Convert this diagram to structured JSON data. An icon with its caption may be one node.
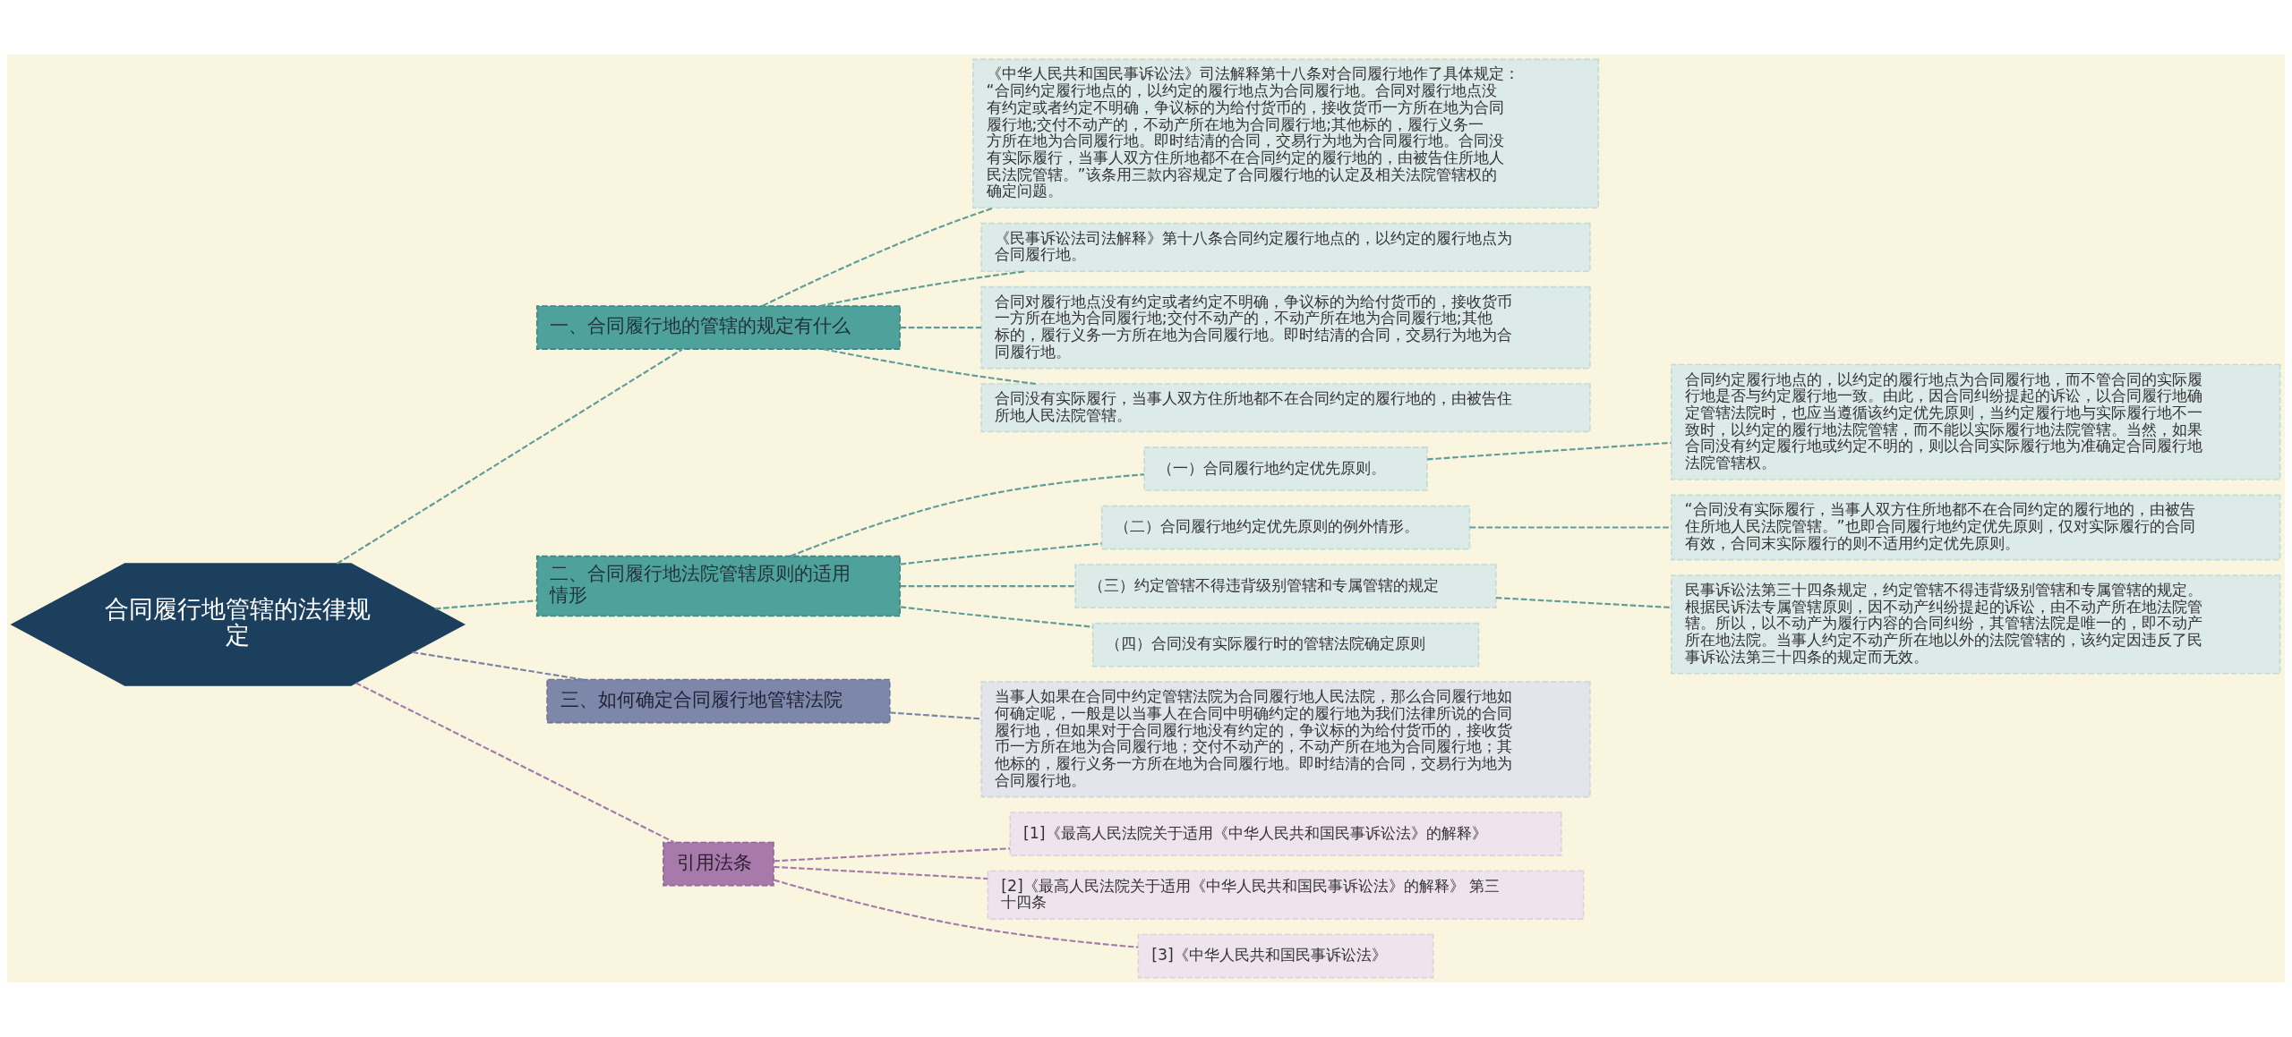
{
  "diagram": {
    "nodes": [
      {
        "text": [
          "合同履行地管辖的法律规定"
        ]
      },
      {
        "text": [
          "一、合同履行地的管辖的规定有什么"
        ]
      },
      {
        "text": [
          "《中华人民共和国民事诉讼法》司法解释第十八条对合同履行地作了具体规定：“合同约定履行地点的，以约定的履行地点为合同履行地。合同对履行地点没有约定或者约定不明确，争议标的为给付货币的，接收货币一方所在地为合同履行地;交付不动产的，不动产所在地为合同履行地;其他标的，履行义务一方所在地为合同履行地。即时结清的合同，交易行为地为合同履行地。合同没有实际履行，当事人双方住所地都不在合同约定的履行地的，由被告住所地人民法院管辖。”该条用三款内容规定了合同履行地的认定及相关法院管辖权的确定问题。"
        ]
      },
      {
        "text": [
          "《民事诉讼法司法解释》第十八条合同约定履行地点的，以约定的履行地点为合同履行地。"
        ]
      },
      {
        "text": [
          "合同对履行地点没有约定或者约定不明确，争议标的为给付货币的，接收货币一方所在地为合同履行地;交付不动产的，不动产所在地为合同履行地;其他标的，履行义务一方所在地为合同履行地。即时结清的合同，交易行为地为合同履行地。"
        ]
      },
      {
        "text": [
          "合同没有实际履行，当事人双方住所地都不在合同约定的履行地的，由被告住所地人民法院管辖。"
        ]
      },
      {
        "text": [
          "二、合同履行地法院管辖原则的适用情形"
        ]
      },
      {
        "text": [
          "（一）合同履行地约定优先原则。"
        ]
      },
      {
        "text": [
          "合同约定履行地点的，以约定的履行地点为合同履行地，而不管合同的实际履行地是否与约定履行地一致。由此，因合同纠纷提起的诉讼，以合同履行地确定管辖法院时，也应当遵循该约定优先原则，当约定履行地与实际履行地不一致时，以约定的履行地法院管辖，而不能以实际履行地法院管辖。当然，如果合同没有约定履行地或约定不明的，则以合同实际履行地为准确定合同履行地法院管辖权。"
        ]
      },
      {
        "text": [
          "（二）合同履行地约定优先原则的例外情形。"
        ]
      },
      {
        "text": [
          "“合同没有实际履行，当事人双方住所地都不在合同约定的履行地的，由被告住所地人民法院管辖。”也即合同履行地约定优先原则，仅对实际履行的合同有效，合同末实际履行的则不适用约定优先原则。"
        ]
      },
      {
        "text": [
          "（三）约定管辖不得违背级别管辖和专属管辖的规定"
        ]
      },
      {
        "text": [
          "民事诉讼法第三十四条规定，约定管辖不得违背级别管辖和专属管辖的规定。根据民诉法专属管辖原则，因不动产纠纷提起的诉讼，由不动产所在地法院管辖。所以，以不动产为履行内容的合同纠纷，其管辖法院是唯一的，即不动产所在地法院。当事人约定不动产所在地以外的法院管辖的，该约定因违反了民事诉讼法第三十四条的规定而无效。"
        ]
      },
      {
        "text": [
          "（四）合同没有实际履行时的管辖法院确定原则"
        ]
      },
      {
        "text": [
          "三、如何确定合同履行地管辖法院"
        ]
      },
      {
        "text": [
          "当事人如果在合同中约定管辖法院为合同履行地人民法院，那么合同履行地如何确定呢，一般是以当事人在合同中明确约定的履行地为我们法律所说的合同履行地，但如果对于合同履行地没有约定的，争议标的为给付货币的，接收货币一方所在地为合同履行地；交付不动产的，不动产所在地为合同履行地；其他标的，履行义务一方所在地为合同履行地。即时结清的合同，交易行为地为合同履行地。"
        ]
      },
      {
        "text": [
          "引用法条"
        ]
      },
      {
        "text": [
          "[1]《最高人民法院关于适用《中华人民共和国民事诉讼法》的解释》"
        ]
      },
      {
        "text": [
          "[2]《最高人民法院关于适用《中华人民共和国民事诉讼法》的解释》 第三十四条"
        ]
      },
      {
        "text": [
          "[3]《中华人民共和国民事诉讼法》"
        ]
      }
    ],
    "edges": [
      {
        "from": 0,
        "to": 1,
        "arrow": "none",
        "style": "dashed"
      },
      {
        "from": 1,
        "to": 2,
        "arrow": "none",
        "style": "dashed"
      },
      {
        "from": 1,
        "to": 3,
        "arrow": "none",
        "style": "dashed"
      },
      {
        "from": 1,
        "to": 4,
        "arrow": "none",
        "style": "dashed"
      },
      {
        "from": 1,
        "to": 5,
        "arrow": "none",
        "style": "dashed"
      },
      {
        "from": 0,
        "to": 6,
        "arrow": "none",
        "style": "dashed"
      },
      {
        "from": 6,
        "to": 7,
        "arrow": "none",
        "style": "dashed"
      },
      {
        "from": 7,
        "to": 8,
        "arrow": "none",
        "style": "dashed"
      },
      {
        "from": 6,
        "to": 9,
        "arrow": "none",
        "style": "dashed"
      },
      {
        "from": 9,
        "to": 10,
        "arrow": "none",
        "style": "dashed"
      },
      {
        "from": 6,
        "to": 11,
        "arrow": "none",
        "style": "dashed"
      },
      {
        "from": 11,
        "to": 12,
        "arrow": "none",
        "style": "dashed"
      },
      {
        "from": 6,
        "to": 13,
        "arrow": "none",
        "style": "dashed"
      },
      {
        "from": 0,
        "to": 14,
        "arrow": "none",
        "style": "dashed",
        "color": "#7a84a6"
      },
      {
        "from": 14,
        "to": 15,
        "arrow": "none",
        "style": "dashed",
        "color": "#7a84a6"
      },
      {
        "from": 0,
        "to": 16,
        "arrow": "none",
        "style": "dashed",
        "color": "#a27aa9"
      },
      {
        "from": 16,
        "to": 17,
        "arrow": "none",
        "style": "dashed",
        "color": "#a27aa9"
      },
      {
        "from": 16,
        "to": 18,
        "arrow": "none",
        "style": "dashed",
        "color": "#a27aa9"
      },
      {
        "from": 16,
        "to": 19,
        "arrow": "none",
        "style": "dashed",
        "color": "#a27aa9"
      }
    ]
  }
}
